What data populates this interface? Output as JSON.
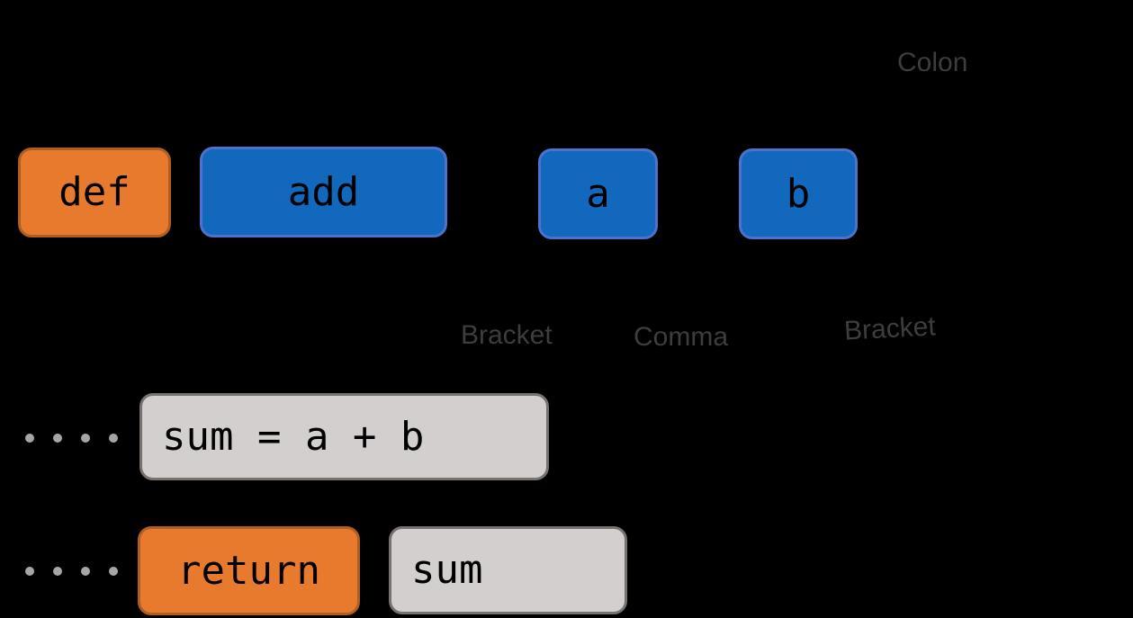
{
  "annotations": {
    "colon": "Colon",
    "bracket_open": "Bracket",
    "comma": "Comma",
    "bracket_close": "Bracket"
  },
  "tokens": {
    "row1": [
      {
        "text": "def",
        "kind": "keyword"
      },
      {
        "text": "add",
        "kind": "identifier"
      },
      {
        "text": "a",
        "kind": "identifier"
      },
      {
        "text": "b",
        "kind": "identifier"
      }
    ],
    "row2": [
      {
        "text": "sum = a + b",
        "kind": "statement"
      }
    ],
    "row3": [
      {
        "text": "return",
        "kind": "keyword"
      },
      {
        "text": "sum",
        "kind": "statement"
      }
    ]
  },
  "indentation": {
    "row2_dots": 4,
    "row3_dots": 4
  },
  "colors": {
    "background": "#000000",
    "keyword_fill": "#E87A2E",
    "keyword_border": "#AE5F20",
    "identifier_fill": "#1168BD",
    "identifier_border": "#4E72CC",
    "statement_fill": "#D2CFCE",
    "statement_border": "#767270",
    "token_text": "#000000",
    "annotation_text": "#3D3D3D",
    "indent_dot": "#A9A5A3"
  }
}
